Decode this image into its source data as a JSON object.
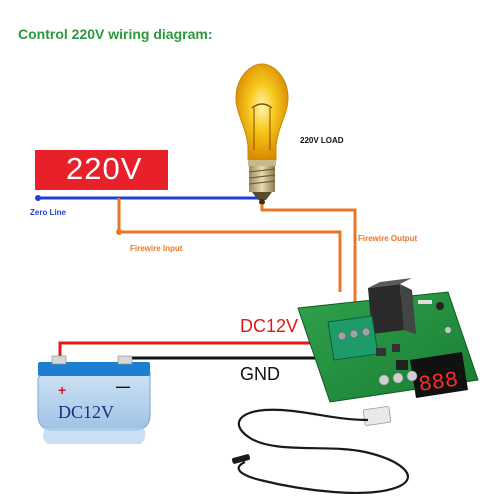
{
  "diagram": {
    "title": "Control 220V wiring diagram:",
    "source_label": "220V",
    "zero_line_label": "Zero Line",
    "load_label": "220V LOAD",
    "firewire_input_label": "Firewire Input",
    "firewire_output_label": "Firewire Output",
    "dc_wire_label": "DC12V",
    "gnd_wire_label": "GND",
    "battery": {
      "label": "DC12V",
      "plus": "+",
      "minus": "—"
    },
    "colors": {
      "title": "#2a9a3a",
      "source_box": "#e8202a",
      "zero_line": "#1f3fd6",
      "firewire": "#e8772a",
      "dc_positive": "#e01818",
      "ground": "#111111",
      "pcb": "#1f8a3a",
      "display_digits": "#ff2a2a"
    }
  }
}
